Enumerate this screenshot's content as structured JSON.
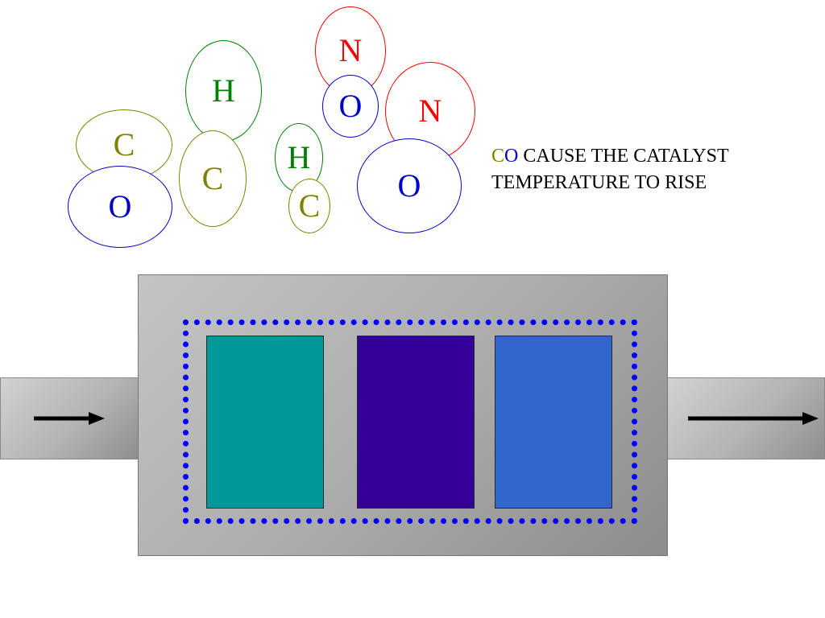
{
  "caption": {
    "formula_c": "C",
    "formula_o": "O",
    "line1_rest": " CAUSE THE CATALYST",
    "line2": "TEMPERATURE TO RISE"
  },
  "molecules": [
    {
      "name": "co-molecule",
      "atoms": [
        {
          "name": "co-carbon-atom",
          "symbol": "C",
          "color": "#808000"
        },
        {
          "name": "co-oxygen-atom",
          "symbol": "O",
          "color": "#0000cc"
        }
      ]
    },
    {
      "name": "hc-molecule-large",
      "atoms": [
        {
          "name": "hc-large-hydrogen-atom",
          "symbol": "H",
          "color": "#008000"
        },
        {
          "name": "hc-large-carbon-atom",
          "symbol": "C",
          "color": "#808000"
        }
      ]
    },
    {
      "name": "hc-molecule-small",
      "atoms": [
        {
          "name": "hc-small-hydrogen-atom",
          "symbol": "H",
          "color": "#008000"
        },
        {
          "name": "hc-small-carbon-atom",
          "symbol": "C",
          "color": "#808000"
        }
      ]
    },
    {
      "name": "no-molecule-small",
      "atoms": [
        {
          "name": "no-small-nitrogen-atom",
          "symbol": "N",
          "color": "#ff0000"
        },
        {
          "name": "no-small-oxygen-atom",
          "symbol": "O",
          "color": "#0000cc"
        }
      ]
    },
    {
      "name": "no-molecule-large",
      "atoms": [
        {
          "name": "no-large-nitrogen-atom",
          "symbol": "N",
          "color": "#ff0000"
        },
        {
          "name": "no-large-oxygen-atom",
          "symbol": "O",
          "color": "#0000cc"
        }
      ]
    }
  ],
  "colors": {
    "brick_1": "#009999",
    "brick_2": "#330099",
    "brick_3": "#3366cc",
    "boundary": "#0000ff",
    "arrow": "#000000"
  }
}
